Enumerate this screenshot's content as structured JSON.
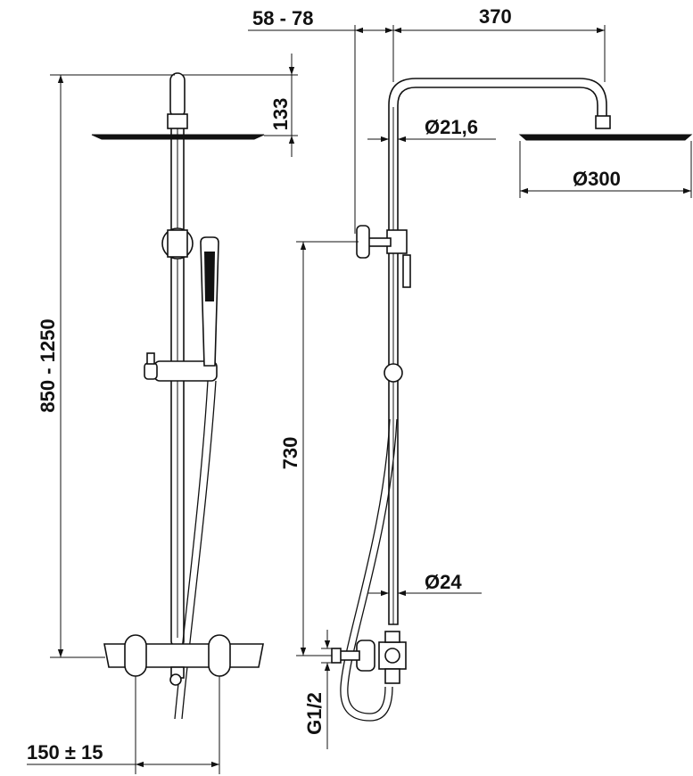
{
  "drawing": {
    "labels": {
      "mount_range": "58 - 78",
      "arm_length": "370",
      "head_height": "133",
      "pipe_diameter_upper": "Ø21,6",
      "head_diameter": "Ø300",
      "total_height": "850 - 1250",
      "height_730": "730",
      "pipe_diameter_lower": "Ø24",
      "thread": "G1/2",
      "inlet_spacing": "150 ± 15"
    }
  }
}
